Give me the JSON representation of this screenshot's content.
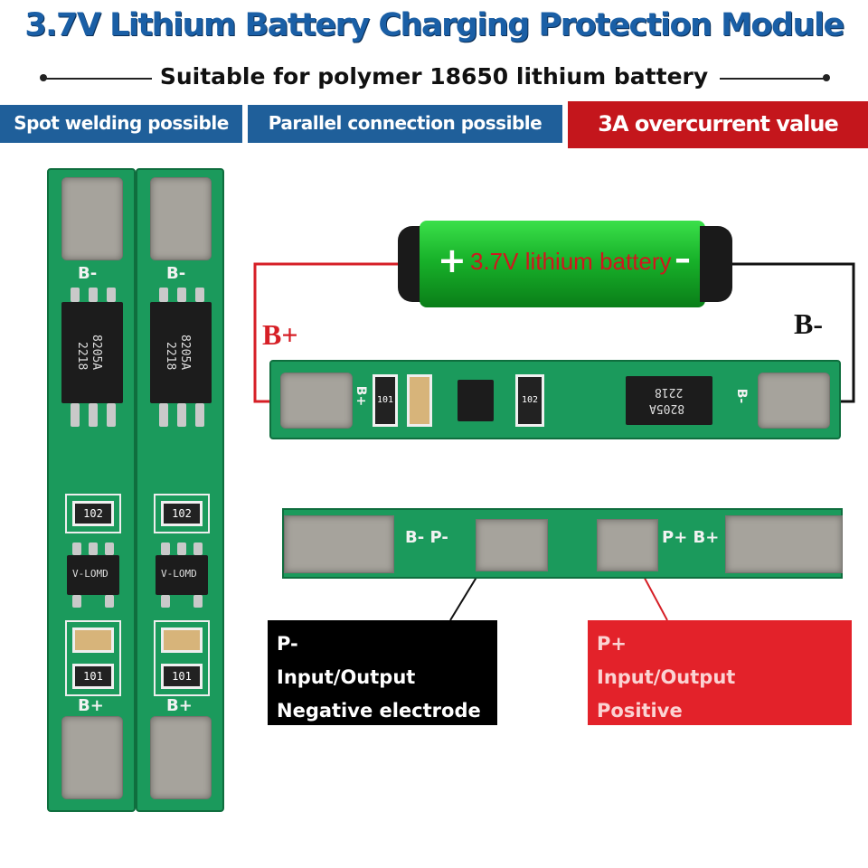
{
  "header": {
    "title": "3.7V Lithium Battery Charging Protection Module",
    "subtitle": "Suitable for polymer 18650 lithium battery"
  },
  "features": [
    {
      "label": "Spot welding possible",
      "color": "#1f5f9a"
    },
    {
      "label": "Parallel connection possible",
      "color": "#1f5f9a"
    },
    {
      "label": "3A overcurrent value",
      "color": "#c4161c"
    }
  ],
  "battery": {
    "label": "3.7V lithium battery",
    "plus": "+",
    "minus": "–"
  },
  "wiring": {
    "b_plus": "B+",
    "b_minus": "B-"
  },
  "board": {
    "silk_b_minus": "B-",
    "silk_b_plus": "B+",
    "mosfet_line1": "8205A",
    "mosfet_line2": "2218",
    "res_top": "102",
    "res_bottom": "101",
    "ic_code": "V-LOMD",
    "bottom_silk_left": "B- P-",
    "bottom_silk_right": "P+ B+"
  },
  "callouts": {
    "negative": {
      "lines": [
        "P-",
        "Input/Output",
        "Negative electrode"
      ],
      "color": "#000000"
    },
    "positive": {
      "lines": [
        "P+",
        "Input/Output",
        "Positive"
      ],
      "color": "#e3222a"
    }
  }
}
